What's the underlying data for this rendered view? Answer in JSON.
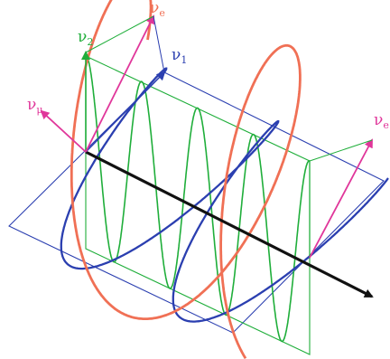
{
  "labels": {
    "nu_e_top": {
      "symbol": "ν",
      "sub": "e"
    },
    "nu_2": {
      "symbol": "ν",
      "sub": "2"
    },
    "nu_1": {
      "symbol": "ν",
      "sub": "1"
    },
    "nu_mu": {
      "symbol": "ν",
      "sub": "μ"
    },
    "nu_e_right": {
      "symbol": "ν",
      "sub": "e"
    }
  },
  "colors": {
    "mass1": "#2b3fb0",
    "mass2": "#1fae3a",
    "flavor_e": "#f07055",
    "flavor_mu": "#e0369a",
    "axis": "#111111"
  }
}
